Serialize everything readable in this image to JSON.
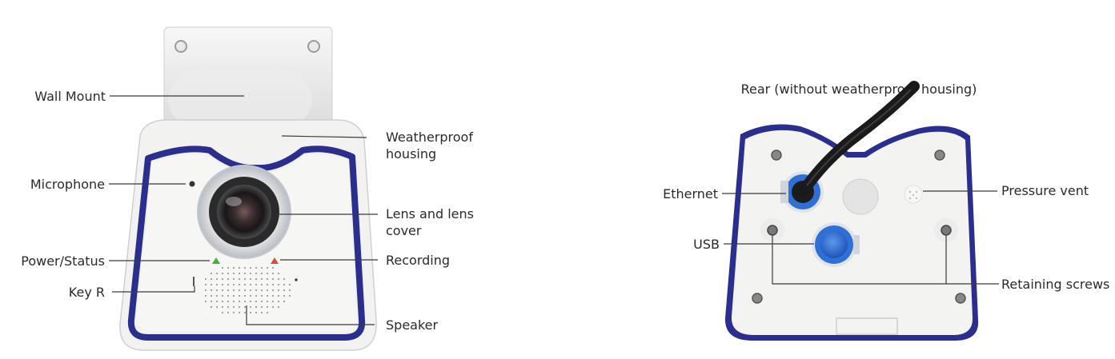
{
  "front": {
    "labels": {
      "wall_mount": "Wall Mount",
      "weatherproof_1": "Weatherproof",
      "weatherproof_2": "housing",
      "microphone": "Microphone",
      "lens_1": "Lens and lens",
      "lens_2": "cover",
      "power_status": "Power/Status",
      "recording": "Recording",
      "key_r": "Key R",
      "speaker": "Speaker"
    },
    "colors": {
      "housing": "#f4f4f2",
      "frame": "#2a2f8f",
      "led_green": "#3fae3a",
      "led_red": "#e0483a"
    }
  },
  "rear": {
    "title": "Rear (without weatherproof housing)",
    "labels": {
      "ethernet": "Ethernet",
      "usb": "USB",
      "pressure_vent": "Pressure vent",
      "retaining_screws": "Retaining screws"
    },
    "colors": {
      "frame": "#2a2f8f",
      "connector": "#2f6fd6"
    }
  }
}
